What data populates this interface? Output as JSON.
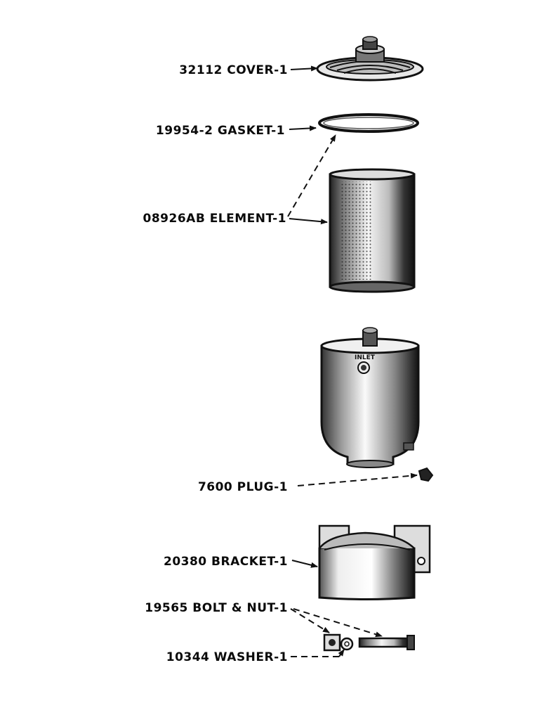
{
  "parts": {
    "cover": "32112 COVER-1",
    "gasket": "19954-2 GASKET-1",
    "element": "08926AB ELEMENT-1",
    "plug": "7600 PLUG-1",
    "bracket": "20380 BRACKET-1",
    "bolt_nut": "19565 BOLT & NUT-1",
    "washer": "10344 WASHER-1"
  },
  "housing": {
    "inlet_label": "INLET"
  }
}
